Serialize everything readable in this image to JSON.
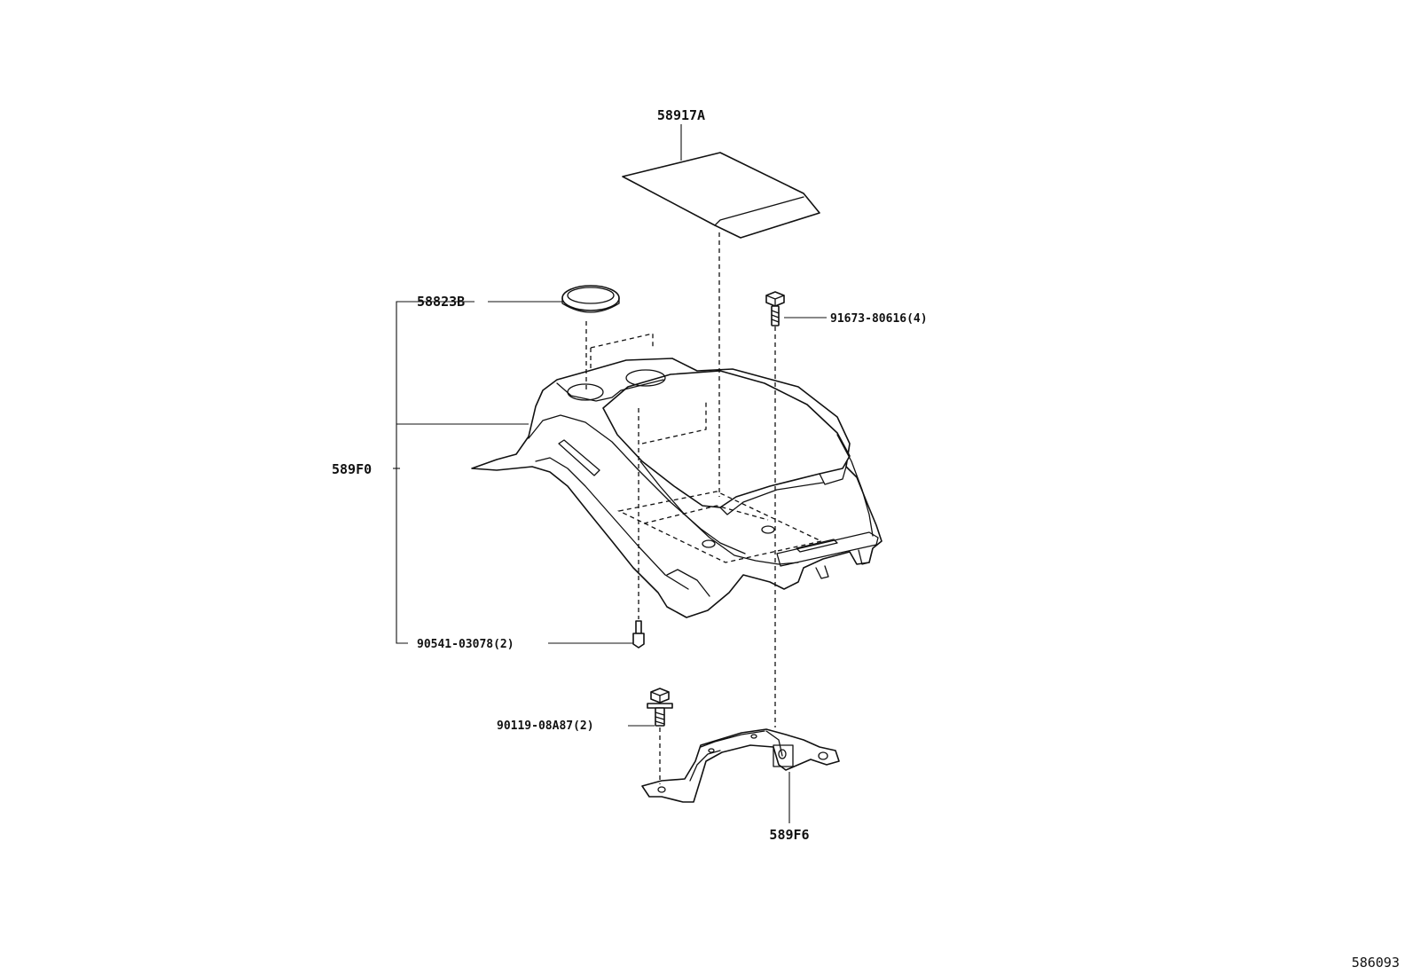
{
  "diagram": {
    "callouts": [
      {
        "id": "58917A",
        "text": "58917A"
      },
      {
        "id": "58823B",
        "text": "58823B"
      },
      {
        "id": "91673-80616",
        "text": "91673-80616(4)"
      },
      {
        "id": "589F0",
        "text": "589F0"
      },
      {
        "id": "90541-03078",
        "text": "90541-03078(2)"
      },
      {
        "id": "90119-08A87",
        "text": "90119-08A87(2)"
      },
      {
        "id": "589F6",
        "text": "589F6"
      }
    ],
    "drawing_number": "586093"
  }
}
